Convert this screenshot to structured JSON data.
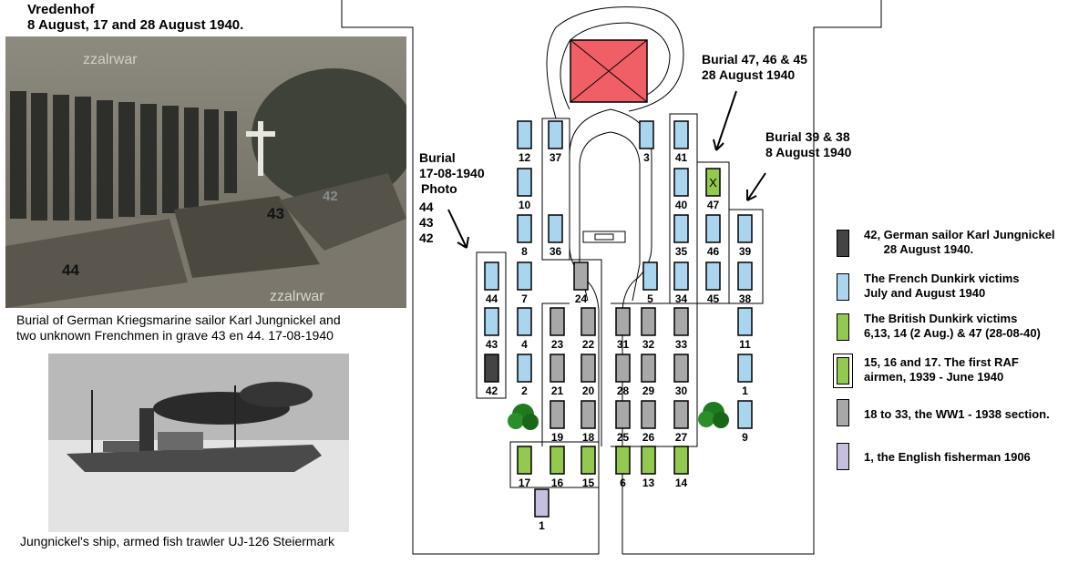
{
  "title": {
    "line1": "Vredenhof",
    "line2": "8 August, 17 and 28 August 1940."
  },
  "photo1": {
    "watermark_top": "zzalrwar",
    "watermark_bottom": "zzalrwar",
    "labels": [
      "44",
      "43",
      "42"
    ],
    "caption_line1": "Burial of German Kriegsmarine sailor Karl Jungnickel and",
    "caption_line2": "two unknown Frenchmen in grave 43 en 44.  17-08-1940"
  },
  "photo2": {
    "caption": "Jungnickel's ship, armed fish trawler UJ-126 Steiermark"
  },
  "notes": {
    "burial_0817": {
      "line1": "Burial",
      "line2": "17-08-1940",
      "line3": "Photo",
      "line4": "44",
      "line5": "43",
      "line6": "42"
    },
    "burial_474645": {
      "line1": "Burial  47, 46 & 45",
      "line2": "28 August 1940"
    },
    "burial_3938": {
      "line1": "Burial  39 & 38",
      "line2": "8 August 1940"
    }
  },
  "colors": {
    "french": "#a9d5ee",
    "british": "#93c94f",
    "german": "#444444",
    "ww1": "#a8a8a8",
    "english": "#c6c0de",
    "monument": "#ef5f65",
    "tree": "#1f7a1f"
  },
  "legend": [
    {
      "swatch": "german",
      "line1": "42, German sailor Karl Jungnickel",
      "line2": "      28 August 1940."
    },
    {
      "swatch": "french",
      "line1": "The French Dunkirk victims",
      "line2": "July and August 1940"
    },
    {
      "swatch": "british",
      "line1": "The British Dunkirk victims",
      "line2": "6,13, 14 (2 Aug.) & 47 (28-08-40)"
    },
    {
      "swatch": "british_outlined",
      "line1": "15, 16 and 17.  The first RAF",
      "line2": "airmen, 1939 - June 1940"
    },
    {
      "swatch": "ww1",
      "line1": "18 to 33, the WW1 - 1938 section.",
      "line2": ""
    },
    {
      "swatch": "english",
      "line1": "1, the English fisherman 1906",
      "line2": ""
    }
  ],
  "graves": [
    {
      "id": "12",
      "type": "french"
    },
    {
      "id": "37",
      "type": "french"
    },
    {
      "id": "3",
      "type": "french"
    },
    {
      "id": "41",
      "type": "french"
    },
    {
      "id": "10",
      "type": "french"
    },
    {
      "id": "40",
      "type": "french"
    },
    {
      "id": "47",
      "type": "british",
      "mark": "X"
    },
    {
      "id": "8",
      "type": "french"
    },
    {
      "id": "36",
      "type": "french"
    },
    {
      "id": "35",
      "type": "french"
    },
    {
      "id": "46",
      "type": "french"
    },
    {
      "id": "39",
      "type": "french"
    },
    {
      "id": "44",
      "type": "french"
    },
    {
      "id": "7",
      "type": "french"
    },
    {
      "id": "24",
      "type": "ww1"
    },
    {
      "id": "5",
      "type": "french"
    },
    {
      "id": "34",
      "type": "french"
    },
    {
      "id": "45",
      "type": "french"
    },
    {
      "id": "38",
      "type": "french"
    },
    {
      "id": "43",
      "type": "french"
    },
    {
      "id": "4",
      "type": "french"
    },
    {
      "id": "23",
      "type": "ww1"
    },
    {
      "id": "22",
      "type": "ww1"
    },
    {
      "id": "31",
      "type": "ww1"
    },
    {
      "id": "32",
      "type": "ww1"
    },
    {
      "id": "33",
      "type": "ww1"
    },
    {
      "id": "11",
      "type": "french"
    },
    {
      "id": "42",
      "type": "german"
    },
    {
      "id": "2",
      "type": "french"
    },
    {
      "id": "21",
      "type": "ww1"
    },
    {
      "id": "20",
      "type": "ww1"
    },
    {
      "id": "28",
      "type": "ww1"
    },
    {
      "id": "29",
      "type": "ww1"
    },
    {
      "id": "30",
      "type": "ww1"
    },
    {
      "id": "1",
      "type": "french"
    },
    {
      "id": "19",
      "type": "ww1"
    },
    {
      "id": "18",
      "type": "ww1"
    },
    {
      "id": "25",
      "type": "ww1"
    },
    {
      "id": "26",
      "type": "ww1"
    },
    {
      "id": "27",
      "type": "ww1"
    },
    {
      "id": "9",
      "type": "french"
    },
    {
      "id": "17",
      "type": "british"
    },
    {
      "id": "16",
      "type": "british"
    },
    {
      "id": "15",
      "type": "british"
    },
    {
      "id": "6",
      "type": "british"
    },
    {
      "id": "13",
      "type": "british"
    },
    {
      "id": "14",
      "type": "british"
    },
    {
      "id": "1",
      "type": "english"
    }
  ]
}
